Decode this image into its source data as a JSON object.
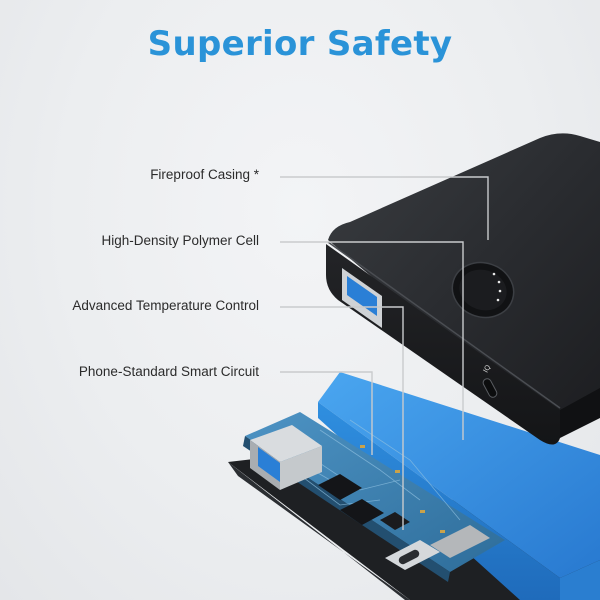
{
  "title": "Superior Safety",
  "features": [
    {
      "label": "Fireproof Casing *"
    },
    {
      "label": "High-Density Polymer Cell"
    },
    {
      "label": "Advanced Temperature Control"
    },
    {
      "label": "Phone-Standard Smart Circuit"
    }
  ],
  "port_marking": "IQ",
  "colors": {
    "title": "#2a93d8",
    "battery_cell": "#2f8fe0",
    "casing": "#1d1f22",
    "pcb": "#3b7fae",
    "callout_line": "#c9cbcd"
  }
}
